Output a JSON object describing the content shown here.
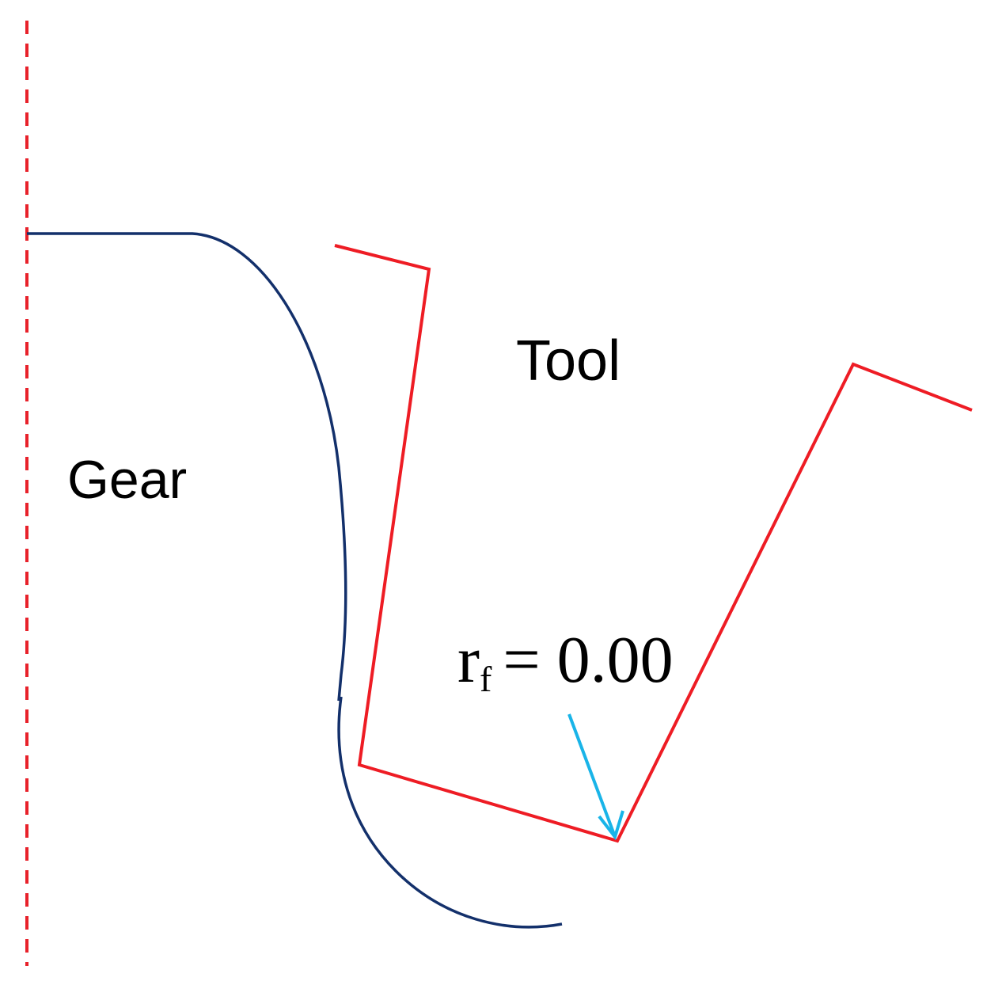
{
  "labels": {
    "tool": "Tool",
    "gear": "Gear",
    "radius_symbol": "r",
    "radius_subscript": "f",
    "radius_value": "= 0.00"
  },
  "colors": {
    "centerline": "#e8212a",
    "gear_profile": "#13306b",
    "tool_profile": "#ee1c24",
    "arrow": "#19b4e8",
    "text": "#000000"
  }
}
